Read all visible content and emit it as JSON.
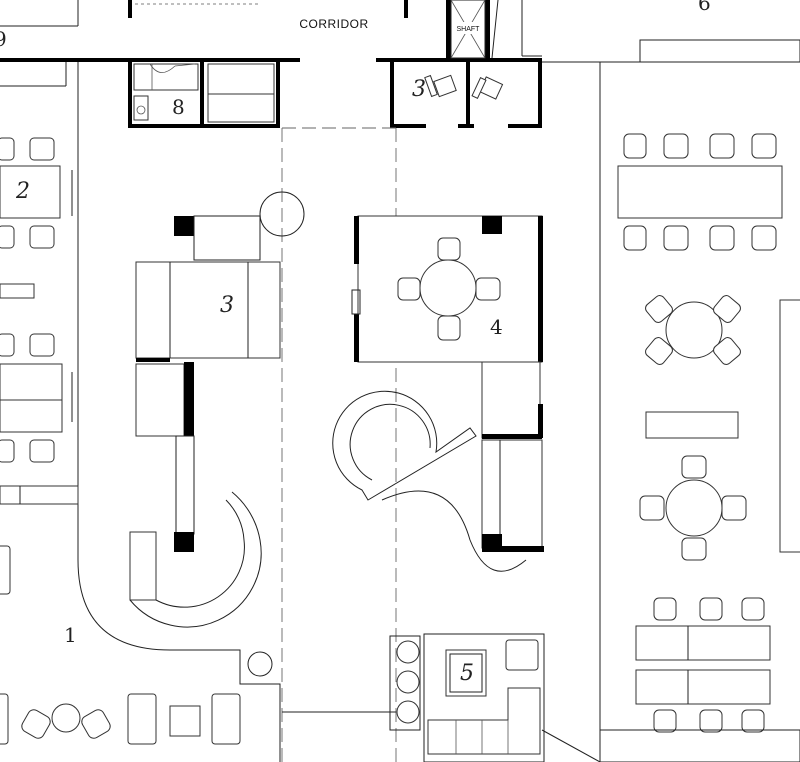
{
  "plan": {
    "corridor_label": "CORRIDOR",
    "shaft_label": "SHAFT",
    "rooms": {
      "r1": "1",
      "r2": "2",
      "r3_main": "3",
      "r3_top": "3",
      "r4": "4",
      "r5": "5",
      "r6": "6",
      "r8": "8",
      "r9": "9"
    }
  }
}
